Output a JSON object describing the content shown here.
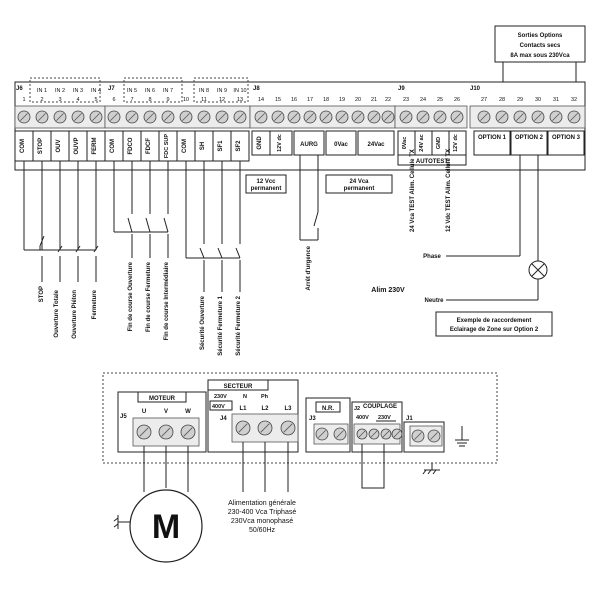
{
  "options_header": {
    "title_lines": [
      "Sorties Options",
      "Contacts secs",
      "8A max sous 230Vca"
    ]
  },
  "top_board": {
    "connector_groups": [
      {
        "id": "J6",
        "numbers": [
          "1",
          "2",
          "3",
          "4",
          "5"
        ],
        "ins": [
          "",
          "IN 1",
          "IN 2",
          "IN 3",
          "IN 4"
        ],
        "labels": [
          "COM",
          "STOP",
          "OUV",
          "OUVP",
          "FERM"
        ]
      },
      {
        "id": "J7",
        "numbers": [
          "6",
          "7",
          "8",
          "9",
          "10",
          "11",
          "12",
          "13"
        ],
        "ins": [
          "",
          "IN 5",
          "IN 6",
          "IN 7",
          "",
          "IN 8",
          "IN 9",
          "IN 10"
        ],
        "labels": [
          "COM",
          "FDCO",
          "FDCF",
          "FDC SUP",
          "COM",
          "SH",
          "SF1",
          "SF2"
        ]
      },
      {
        "id": "J8",
        "numbers": [
          "14",
          "15",
          "16",
          "17",
          "18",
          "19",
          "20",
          "21",
          "22"
        ],
        "labels": [
          "GND",
          "12V dc",
          "AURG",
          "0Vac",
          "24Vac"
        ]
      },
      {
        "id": "J9",
        "numbers": [
          "23",
          "24",
          "25",
          "26"
        ],
        "labels": [
          "0Vac",
          "24V ac",
          "GND",
          "12V dc"
        ],
        "group_label": "AUTOTEST"
      },
      {
        "id": "J10",
        "numbers": [
          "27",
          "28",
          "29",
          "30",
          "31",
          "32"
        ],
        "labels": [
          "OPTION 1",
          "OPTION 2",
          "OPTION 3"
        ]
      }
    ],
    "power_boxes": [
      "12 Vcc permanent",
      "24 Vca permanent"
    ],
    "autotest_notes": [
      "24 Vca TEST Alim. Cellule TX",
      "12 Vdc TEST Alim. Cellule TX"
    ]
  },
  "wiring_labels": {
    "stop_group": [
      "STOP",
      "Ouverture Totale",
      "Ouverture Piéton",
      "Fermeture"
    ],
    "fdc_group": [
      "Fin de course Ouverture",
      "Fin de course Fermeture",
      "Fin de course Intermédiaire"
    ],
    "securite_group": [
      "Sécurité Ouverture",
      "Sécurité Fermeture 1",
      "Sécurité Fermeture 2"
    ],
    "arret": "Arrêt d'urgence",
    "alim": "Alim 230V",
    "phase": "Phase",
    "neutre": "Neutre",
    "example": [
      "Exemple de raccordement",
      "Eclairage de Zone sur Option 2"
    ]
  },
  "bottom_board": {
    "moteur": {
      "title": "MOTEUR",
      "id": "J5",
      "terminals": [
        "U",
        "V",
        "W"
      ]
    },
    "secteur": {
      "title": "SECTEUR",
      "id": "J4",
      "row1": [
        "230V",
        "N",
        "Ph"
      ],
      "row2": [
        "400V",
        "L1",
        "L2",
        "L3"
      ]
    },
    "nr": {
      "title": "N.R.",
      "id": "J3"
    },
    "couplage": {
      "title": "COUPLAGE",
      "id": "J2",
      "labels": [
        "400V",
        "230V"
      ]
    },
    "j1": {
      "id": "J1"
    },
    "motor_symbol": "M",
    "alimentation": [
      "Alimentation générale",
      "230-400 Vca Triphasé",
      "230Vca monophasé",
      "50/60Hz"
    ]
  }
}
